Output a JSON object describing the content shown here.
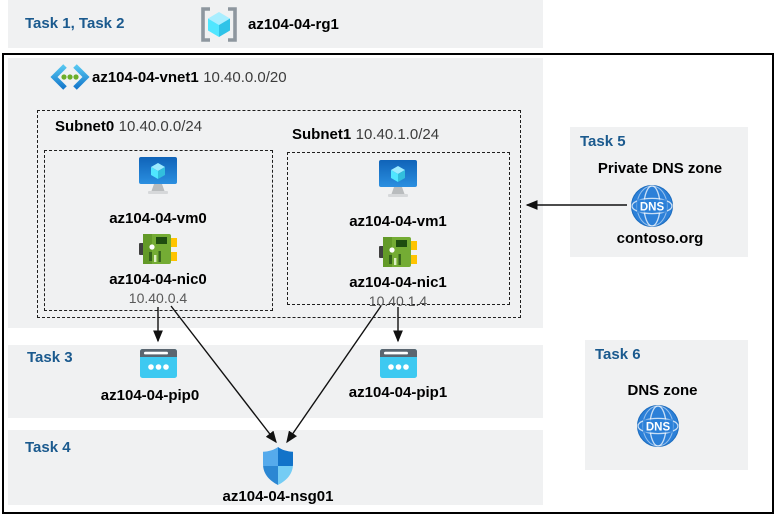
{
  "colors": {
    "task_accent": "#1B5A8E",
    "panel_bg": "#F0F1F2",
    "vm_blue": "#1069C2",
    "nic_green": "#74AC34",
    "pip_cyan": "#3DC9F1",
    "dns_blue": "#2C80D8",
    "cube_cyan": "#50E6FF"
  },
  "header": {
    "tasks_label": "Task 1, Task 2",
    "rg_icon": "resource-group-icon",
    "rg_name": "az104-04-rg1"
  },
  "vnet": {
    "icon": "virtual-network-icon",
    "name": "az104-04-vnet1",
    "cidr": "10.40.0.0/20",
    "subnets": [
      {
        "name": "Subnet0",
        "cidr": "10.40.0.0/24",
        "vm": "az104-04-vm0",
        "nic": "az104-04-nic0",
        "ip": "10.40.0.4"
      },
      {
        "name": "Subnet1",
        "cidr": "10.40.1.0/24",
        "vm": "az104-04-vm1",
        "nic": "az104-04-nic1",
        "ip": "10.40.1.4"
      }
    ]
  },
  "task3": {
    "label": "Task 3",
    "pip0": "az104-04-pip0",
    "pip1": "az104-04-pip1",
    "icon": "public-ip-icon"
  },
  "task4": {
    "label": "Task 4",
    "nsg": "az104-04-nsg01",
    "icon": "network-security-group-shield-icon"
  },
  "task5": {
    "label": "Task 5",
    "title": "Private DNS zone",
    "zone_name": "contoso.org",
    "icon_label": "DNS"
  },
  "task6": {
    "label": "Task 6",
    "title": "DNS zone",
    "icon_label": "DNS"
  }
}
